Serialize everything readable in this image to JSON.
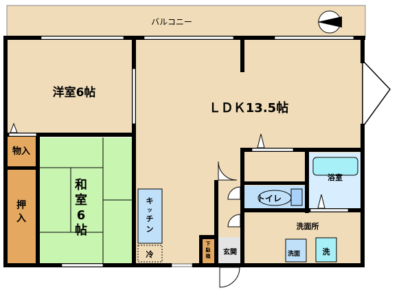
{
  "balcony": "バルコニー",
  "rooms": {
    "western": "洋室6帖",
    "ldk": "ＬＤＫ13.5帖",
    "storage": "物入",
    "closet": [
      "押",
      "入"
    ],
    "japanese": [
      "和",
      "室",
      "6",
      "帖"
    ],
    "kitchen": [
      "キ",
      "ッ",
      "チ",
      "ン"
    ],
    "fridge": "冷",
    "shoe_box": [
      "下",
      "駄",
      "箱"
    ],
    "entrance": "玄関",
    "toilet": "トイレ",
    "bath": "浴室",
    "washroom": "洗面所",
    "sink": "洗面",
    "washer": "洗"
  },
  "colors": {
    "floor": "#f0dcb8",
    "tatami": "#c8f5b0",
    "closet": "#e4a860",
    "wet": "#c0e0fa",
    "entrance": "#e4e4e4",
    "wall": "#000000"
  }
}
